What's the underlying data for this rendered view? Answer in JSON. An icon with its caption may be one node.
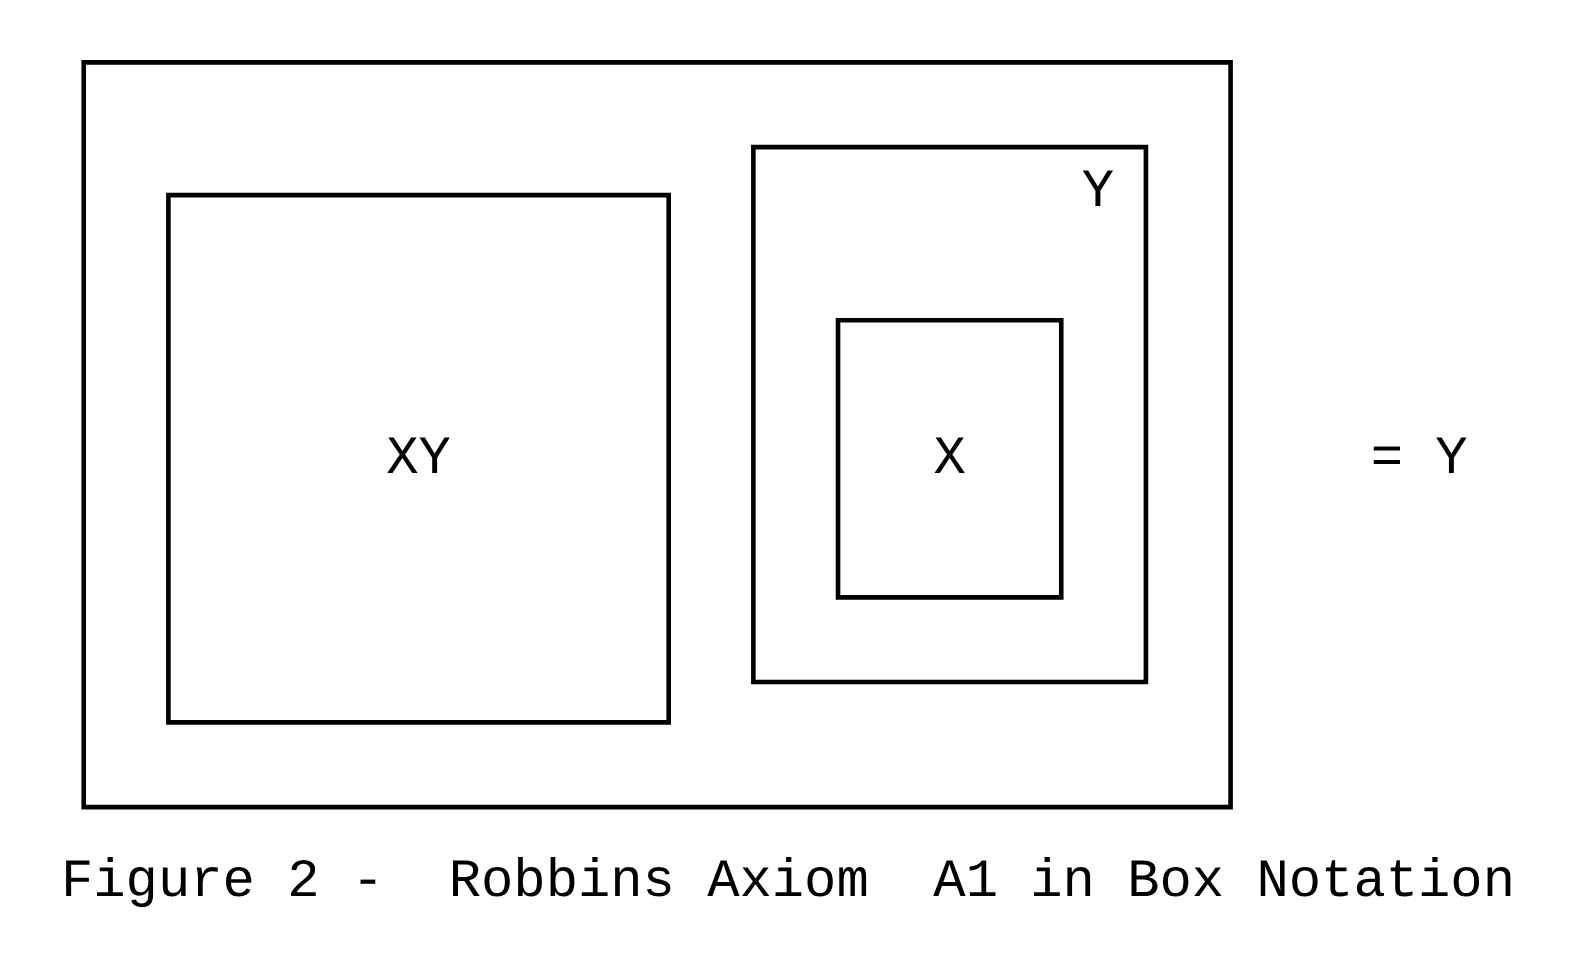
{
  "diagram": {
    "caption": "Figure 2 -  Robbins Axiom  A1 in Box Notation",
    "nodes": [
      {
        "text": [],
        "shape": "box"
      },
      {
        "text": [
          "Y"
        ],
        "in": 0
      },
      {
        "text": [
          "X"
        ],
        "in": 1
      },
      {
        "text": [
          "XY"
        ],
        "in": 0
      }
    ],
    "edges": [],
    "labels": [
      "= Y"
    ]
  }
}
